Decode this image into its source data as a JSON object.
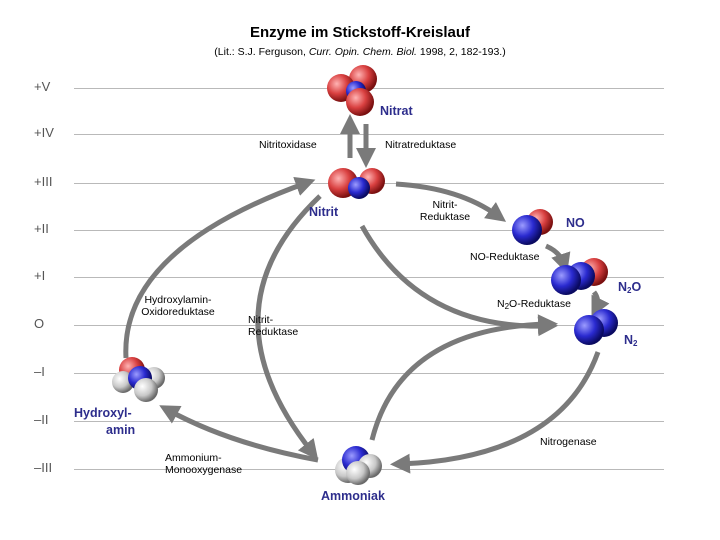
{
  "header": {
    "title": "Enzyme im Stickstoff-Kreislauf",
    "subtitle_pre": "(Lit.: S.J. Ferguson, ",
    "subtitle_journal": "Curr. Opin. Chem. Biol.",
    "subtitle_post": " 1998, 2, 182-193.)"
  },
  "levels": [
    "+V",
    "+IV",
    "+III",
    "+II",
    "+I",
    "O",
    "–I",
    "–II",
    "–III"
  ],
  "molecules": {
    "nitrat": "Nitrat",
    "nitrit": "Nitrit",
    "no": "NO",
    "n2o_base": "N",
    "n2o_sub": "2",
    "n2o_end": "O",
    "n2_base": "N",
    "n2_sub": "2",
    "ammoniak": "Ammoniak",
    "hydroxylamin_1": "Hydroxyl-",
    "hydroxylamin_2": "amin"
  },
  "enzymes": {
    "nitritoxidase": "Nitritoxidase",
    "nitratreduktase": "Nitratreduktase",
    "nitrit_reduktase_1": "Nitrit-",
    "nitrit_reduktase_2": "Reduktase",
    "no_reduktase": "NO-Reduktase",
    "n2o_reduktase_pre": "N",
    "n2o_reduktase_sub": "2",
    "n2o_reduktase_post": "O-Reduktase",
    "hydroxylamin_oxido_1": "Hydroxylamin-",
    "hydroxylamin_oxido_2": "Oxidoreduktase",
    "nitrit_reduktase_b_1": "Nitrit-",
    "nitrit_reduktase_b_2": "Reduktase",
    "nitrogenase": "Nitrogenase",
    "ammonium_mono_1": "Ammonium-",
    "ammonium_mono_2": "Monooxygenase"
  },
  "colors": {
    "arrow": "#7a7a7a",
    "oxygen": "#d94040",
    "nitrogen": "#2a2ad0",
    "hydrogen": "#c8c8c8",
    "label_blue": "#2d2d8c",
    "grid": "#b9b9b9"
  }
}
